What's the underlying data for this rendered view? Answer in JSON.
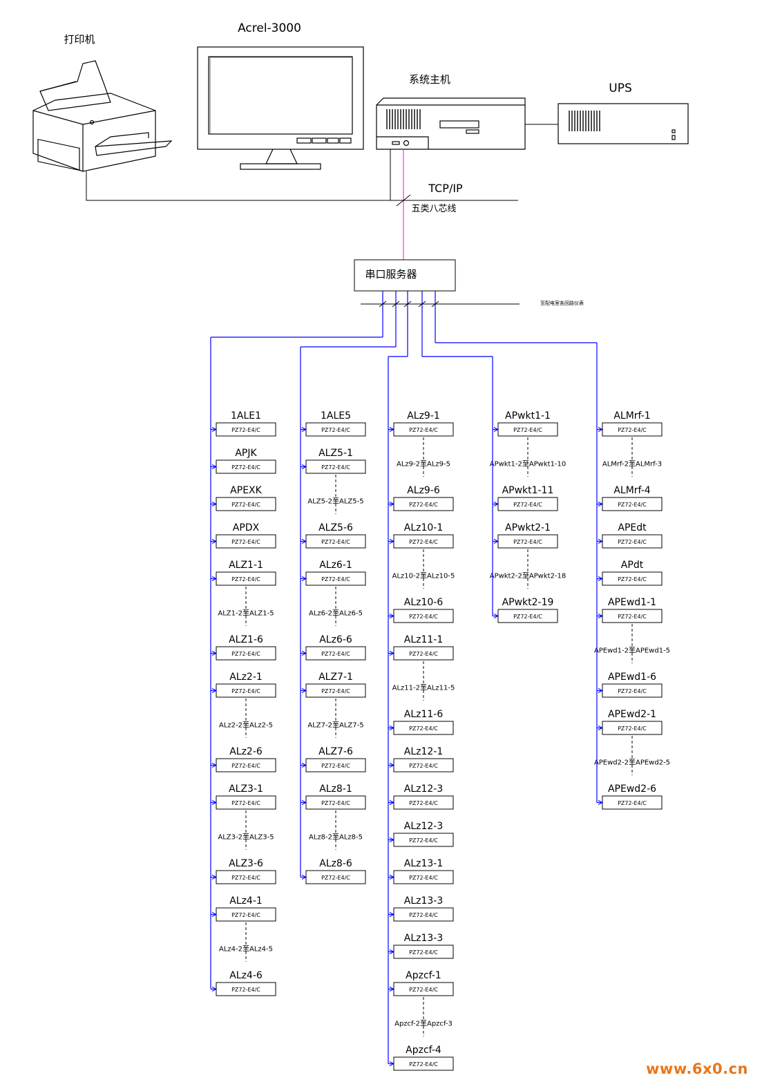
{
  "devices": {
    "printer": {
      "label": "打印机"
    },
    "monitor": {
      "label": "Acrel-3000"
    },
    "host": {
      "label": "系统主机"
    },
    "ups": {
      "label": "UPS"
    }
  },
  "network": {
    "protocol": "TCP/IP",
    "cable": "五类八芯线",
    "serial_server": "串口服务器",
    "bus_note": "至配电室各回路仪表"
  },
  "colors": {
    "bus": "#0000ff",
    "ethernet": "#ff00ff",
    "line": "#000000"
  },
  "meter_model": "PZ72-E4/C",
  "branches": [
    {
      "items": [
        {
          "type": "meter",
          "label": "1ALE1"
        },
        {
          "type": "meter",
          "label": "APJK"
        },
        {
          "type": "meter",
          "label": "APEXK"
        },
        {
          "type": "meter",
          "label": "APDX"
        },
        {
          "type": "meter",
          "label": "ALZ1-1"
        },
        {
          "type": "range",
          "label": "ALZ1-2至ALZ1-5"
        },
        {
          "type": "meter",
          "label": "ALZ1-6"
        },
        {
          "type": "meter",
          "label": "ALz2-1"
        },
        {
          "type": "range",
          "label": "ALz2-2至ALz2-5"
        },
        {
          "type": "meter",
          "label": "ALz2-6"
        },
        {
          "type": "meter",
          "label": "ALZ3-1"
        },
        {
          "type": "range",
          "label": "ALZ3-2至ALZ3-5"
        },
        {
          "type": "meter",
          "label": "ALZ3-6"
        },
        {
          "type": "meter",
          "label": "ALz4-1"
        },
        {
          "type": "range",
          "label": "ALz4-2至ALz4-5"
        },
        {
          "type": "meter",
          "label": "ALz4-6"
        }
      ]
    },
    {
      "items": [
        {
          "type": "meter",
          "label": "1ALE5"
        },
        {
          "type": "meter",
          "label": "ALZ5-1"
        },
        {
          "type": "range",
          "label": "ALZ5-2至ALZ5-5"
        },
        {
          "type": "meter",
          "label": "ALZ5-6"
        },
        {
          "type": "meter",
          "label": "ALz6-1"
        },
        {
          "type": "range",
          "label": "ALz6-2至ALz6-5"
        },
        {
          "type": "meter",
          "label": "ALz6-6"
        },
        {
          "type": "meter",
          "label": "ALZ7-1"
        },
        {
          "type": "range",
          "label": "ALZ7-2至ALZ7-5"
        },
        {
          "type": "meter",
          "label": "ALZ7-6"
        },
        {
          "type": "meter",
          "label": "ALz8-1"
        },
        {
          "type": "range",
          "label": "ALz8-2至ALz8-5"
        },
        {
          "type": "meter",
          "label": "ALz8-6"
        }
      ]
    },
    {
      "items": [
        {
          "type": "meter",
          "label": "ALz9-1"
        },
        {
          "type": "range",
          "label": "ALz9-2至ALz9-5"
        },
        {
          "type": "meter",
          "label": "ALz9-6"
        },
        {
          "type": "meter",
          "label": "ALz10-1"
        },
        {
          "type": "range",
          "label": "ALz10-2至ALz10-5"
        },
        {
          "type": "meter",
          "label": "ALz10-6"
        },
        {
          "type": "meter",
          "label": "ALz11-1"
        },
        {
          "type": "range",
          "label": "ALz11-2至ALz11-5"
        },
        {
          "type": "meter",
          "label": "ALz11-6"
        },
        {
          "type": "meter",
          "label": "ALz12-1"
        },
        {
          "type": "meter",
          "label": "ALz12-3"
        },
        {
          "type": "meter",
          "label": "ALz12-3"
        },
        {
          "type": "meter",
          "label": "ALz13-1"
        },
        {
          "type": "meter",
          "label": "ALz13-3"
        },
        {
          "type": "meter",
          "label": "ALz13-3"
        },
        {
          "type": "meter",
          "label": "Apzcf-1"
        },
        {
          "type": "range",
          "label": "Apzcf-2至Apzcf-3"
        },
        {
          "type": "meter",
          "label": "Apzcf-4"
        }
      ]
    },
    {
      "items": [
        {
          "type": "meter",
          "label": "APwkt1-1"
        },
        {
          "type": "range",
          "label": "APwkt1-2至APwkt1-10"
        },
        {
          "type": "meter",
          "label": "APwkt1-11"
        },
        {
          "type": "meter",
          "label": "APwkt2-1"
        },
        {
          "type": "range",
          "label": "APwkt2-2至APwkt2-18"
        },
        {
          "type": "meter",
          "label": "APwkt2-19"
        }
      ]
    },
    {
      "items": [
        {
          "type": "meter",
          "label": "ALMrf-1"
        },
        {
          "type": "range",
          "label": "ALMrf-2至ALMrf-3"
        },
        {
          "type": "meter",
          "label": "ALMrf-4"
        },
        {
          "type": "meter",
          "label": "APEdt"
        },
        {
          "type": "meter",
          "label": "APdt"
        },
        {
          "type": "meter",
          "label": "APEwd1-1"
        },
        {
          "type": "range",
          "label": "APEwd1-2至APEwd1-5"
        },
        {
          "type": "meter",
          "label": "APEwd1-6"
        },
        {
          "type": "meter",
          "label": "APEwd2-1"
        },
        {
          "type": "range",
          "label": "APEwd2-2至APEwd2-5"
        },
        {
          "type": "meter",
          "label": "APEwd2-6"
        }
      ]
    }
  ],
  "watermark": "www.6x0.cn"
}
